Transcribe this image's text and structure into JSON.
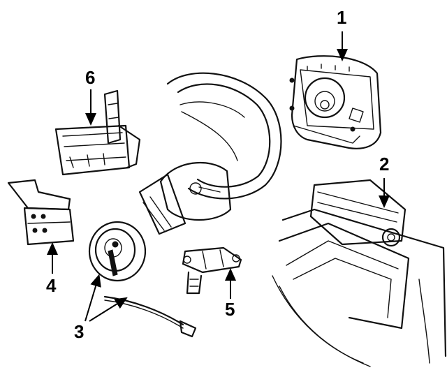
{
  "callouts": [
    {
      "id": "1",
      "label": "1"
    },
    {
      "id": "2",
      "label": "2"
    },
    {
      "id": "3",
      "label": "3"
    },
    {
      "id": "4",
      "label": "4"
    },
    {
      "id": "5",
      "label": "5"
    },
    {
      "id": "6",
      "label": "6"
    }
  ],
  "colors": {
    "ink": "#111111",
    "background": "#ffffff"
  }
}
